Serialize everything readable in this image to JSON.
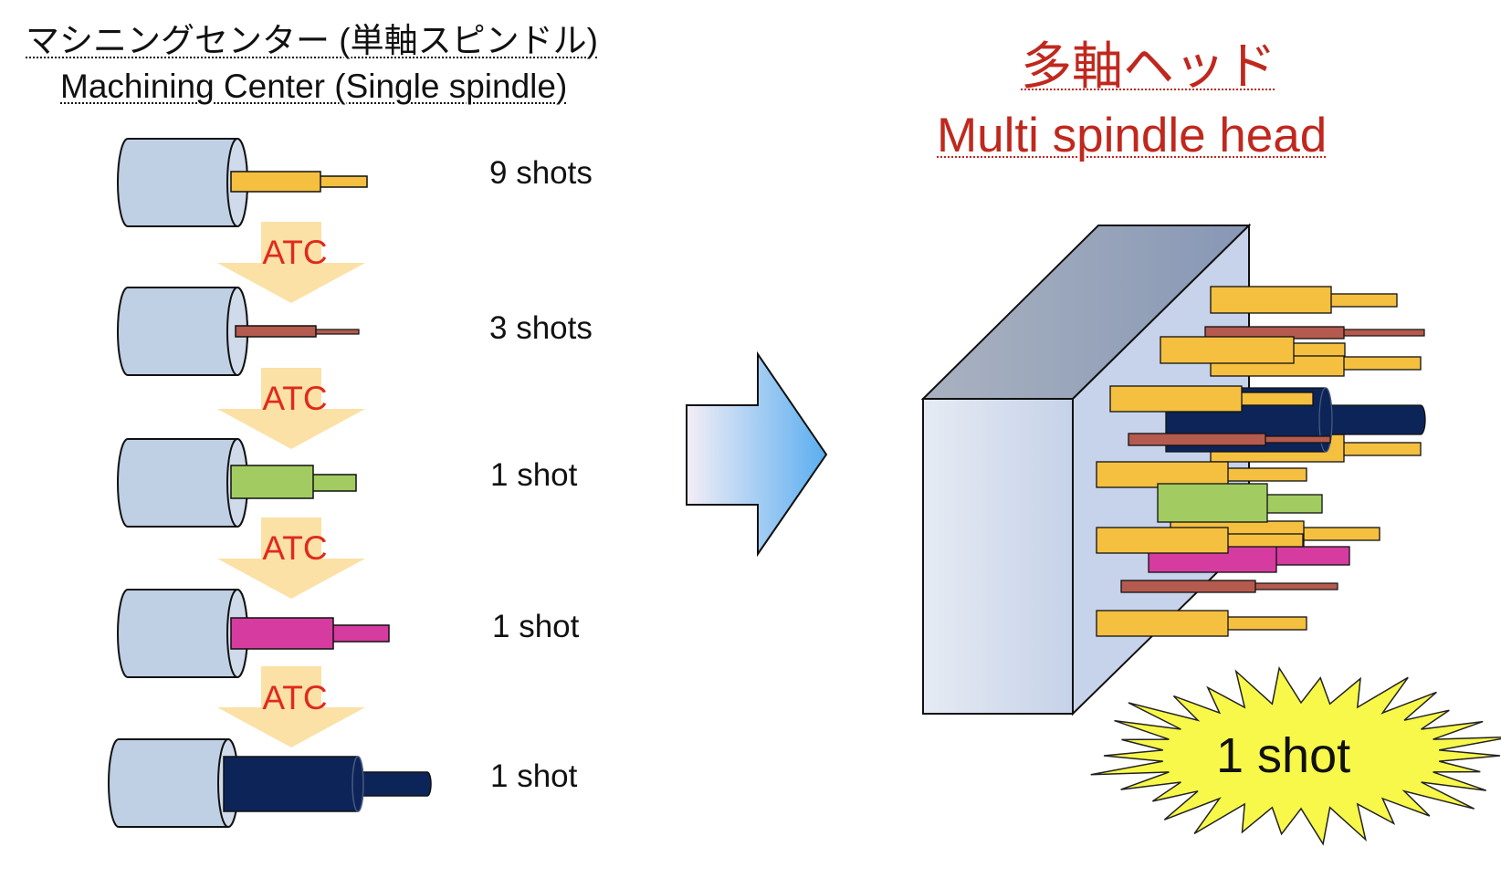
{
  "left": {
    "title_jp": "マシニングセンター (単軸スピンドル)",
    "title_en": "Machining Center (Single spindle)",
    "atc_label": "ATC",
    "steps": [
      {
        "shots": "9 shots",
        "tool_color": "#f5c040"
      },
      {
        "shots": "3 shots",
        "tool_color": "#b55a4e"
      },
      {
        "shots": "1 shot",
        "tool_color": "#a2cc62"
      },
      {
        "shots": "1 shot",
        "tool_color": "#d63ba0"
      },
      {
        "shots": "1 shot",
        "tool_color": "#0d2458"
      }
    ]
  },
  "right": {
    "title_jp": "多軸ヘッド",
    "title_en": "Multi spindle head",
    "burst_label": "1 shot"
  },
  "colors": {
    "spindle": "#bfcfe4",
    "atc_arrow": "#fbe1a6",
    "atc_text": "#e02a1d",
    "title_red": "#c0281e",
    "burst": "#f8f84a",
    "tool_yellow": "#f5c040",
    "tool_brown": "#b55a4e",
    "tool_green": "#a2cc62",
    "tool_magenta": "#d63ba0",
    "tool_navy": "#0d2458"
  }
}
